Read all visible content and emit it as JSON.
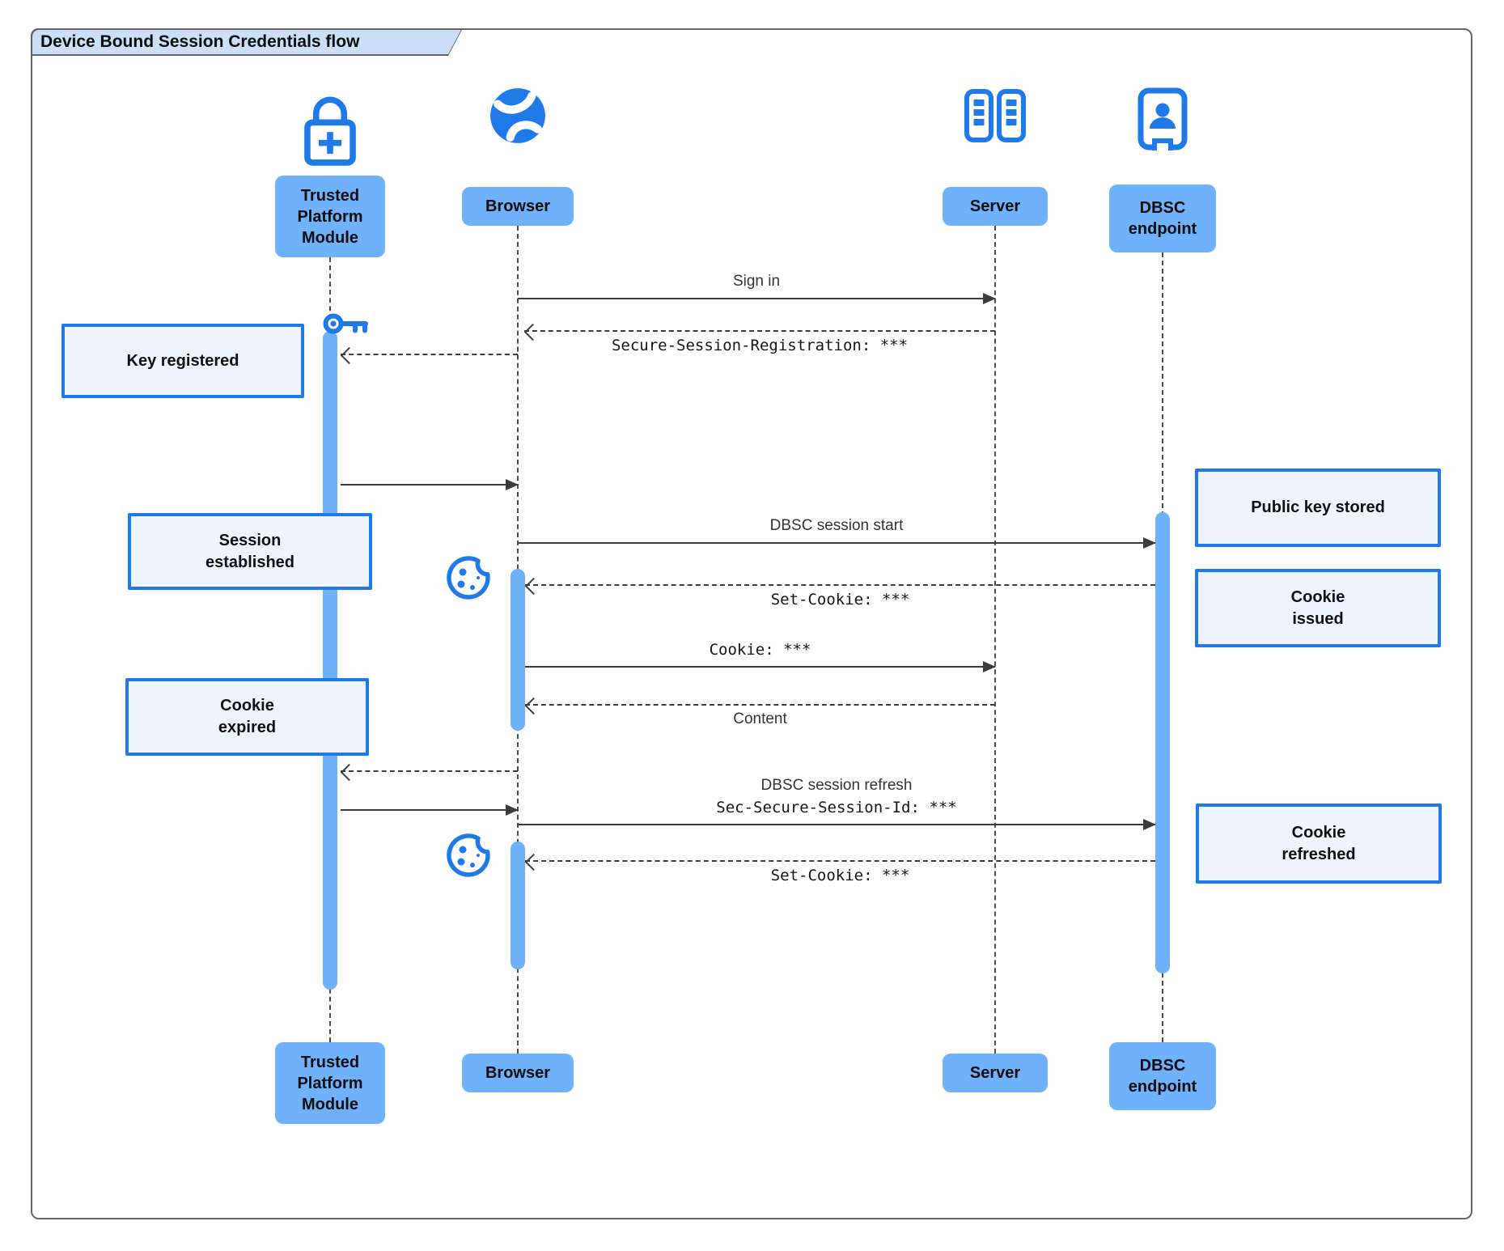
{
  "title": "Device Bound Session Credentials flow",
  "colors": {
    "accent_blue": "#2079E8",
    "light_blue": "#6FB1FA",
    "note_fill": "#EDF4FE",
    "title_fill": "#CBDFF7",
    "line_gray": "#3c3c3c"
  },
  "actors": [
    {
      "id": "tpm",
      "icon": "lock-plus-icon",
      "lines": [
        "Trusted",
        "Platform",
        "Module"
      ]
    },
    {
      "id": "browser",
      "icon": "globe-icon",
      "lines": [
        "Browser"
      ]
    },
    {
      "id": "server",
      "icon": "server-icon",
      "lines": [
        "Server"
      ]
    },
    {
      "id": "dbsc",
      "icon": "person-badge-icon",
      "lines": [
        "DBSC",
        "endpoint"
      ]
    }
  ],
  "messages": [
    {
      "from": "browser",
      "to": "server",
      "style": "solid",
      "label": "Sign in"
    },
    {
      "from": "server",
      "to": "browser",
      "style": "dashed",
      "label": "Secure-Session-Registration: ***",
      "mono": true
    },
    {
      "from": "browser",
      "to": "tpm",
      "style": "dashed",
      "label": ""
    },
    {
      "from": "tpm",
      "to": "browser",
      "style": "solid",
      "label": ""
    },
    {
      "from": "browser",
      "to": "dbsc",
      "style": "solid",
      "label": "DBSC session start"
    },
    {
      "from": "dbsc",
      "to": "browser",
      "style": "dashed",
      "label": "Set-Cookie: ***",
      "mono": true
    },
    {
      "from": "browser",
      "to": "server",
      "style": "solid",
      "label": "Cookie: ***",
      "mono": true
    },
    {
      "from": "server",
      "to": "browser",
      "style": "dashed",
      "label": "Content"
    },
    {
      "from": "browser",
      "to": "tpm",
      "style": "dashed",
      "label": ""
    },
    {
      "from": "tpm",
      "to": "browser",
      "style": "solid",
      "label": ""
    },
    {
      "from": "browser",
      "to": "dbsc",
      "style": "solid",
      "label": "DBSC session refresh",
      "label2": "Sec-Secure-Session-Id: ***"
    },
    {
      "from": "dbsc",
      "to": "browser",
      "style": "dashed",
      "label": "Set-Cookie: ***",
      "mono": true
    }
  ],
  "notes": [
    {
      "id": "key-registered",
      "lines": [
        "Key registered"
      ]
    },
    {
      "id": "session-established",
      "lines": [
        "Session",
        "established"
      ]
    },
    {
      "id": "cookie-expired",
      "lines": [
        "Cookie",
        "expired"
      ]
    },
    {
      "id": "public-key-stored",
      "lines": [
        "Public key stored"
      ]
    },
    {
      "id": "cookie-issued",
      "lines": [
        "Cookie",
        "issued"
      ]
    },
    {
      "id": "cookie-refreshed",
      "lines": [
        "Cookie",
        "refreshed"
      ]
    }
  ],
  "floating_icons": [
    "key-icon",
    "cookie-icon",
    "cookie-icon"
  ]
}
